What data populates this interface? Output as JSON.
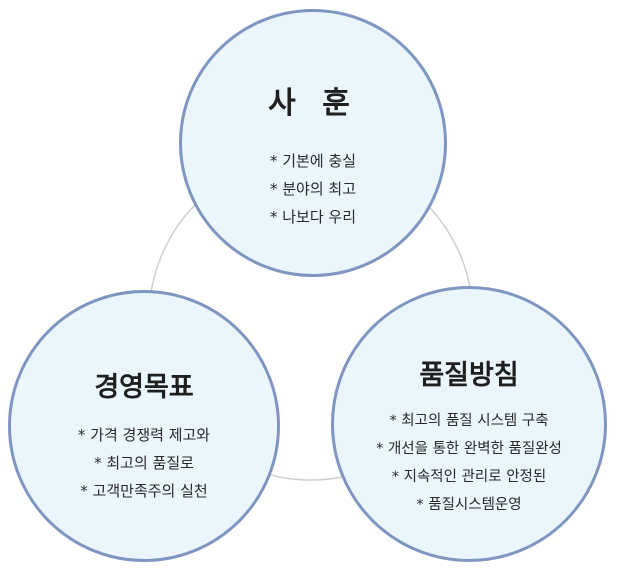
{
  "diagram": {
    "circles": [
      {
        "id": "company-motto",
        "title": "사 훈",
        "items": [
          "* 기본에 충실",
          "* 분야의 최고",
          "* 나보다 우리"
        ]
      },
      {
        "id": "business-goal",
        "title": "경영목표",
        "items": [
          "* 가격 경쟁력 제고와",
          "* 최고의 품질로",
          "* 고객만족주의 실천"
        ]
      },
      {
        "id": "quality-policy",
        "title": "품질방침",
        "items": [
          "* 최고의 품질 시스템 구축",
          "* 개선을 통한 완벽한 품질완성",
          "* 지속적인 관리로 안정된",
          "* 품질시스템운영"
        ]
      }
    ],
    "colors": {
      "circle_fill": "#eaf6fb",
      "circle_border": "#7f95c2",
      "connector": "#cfcfcf"
    }
  }
}
